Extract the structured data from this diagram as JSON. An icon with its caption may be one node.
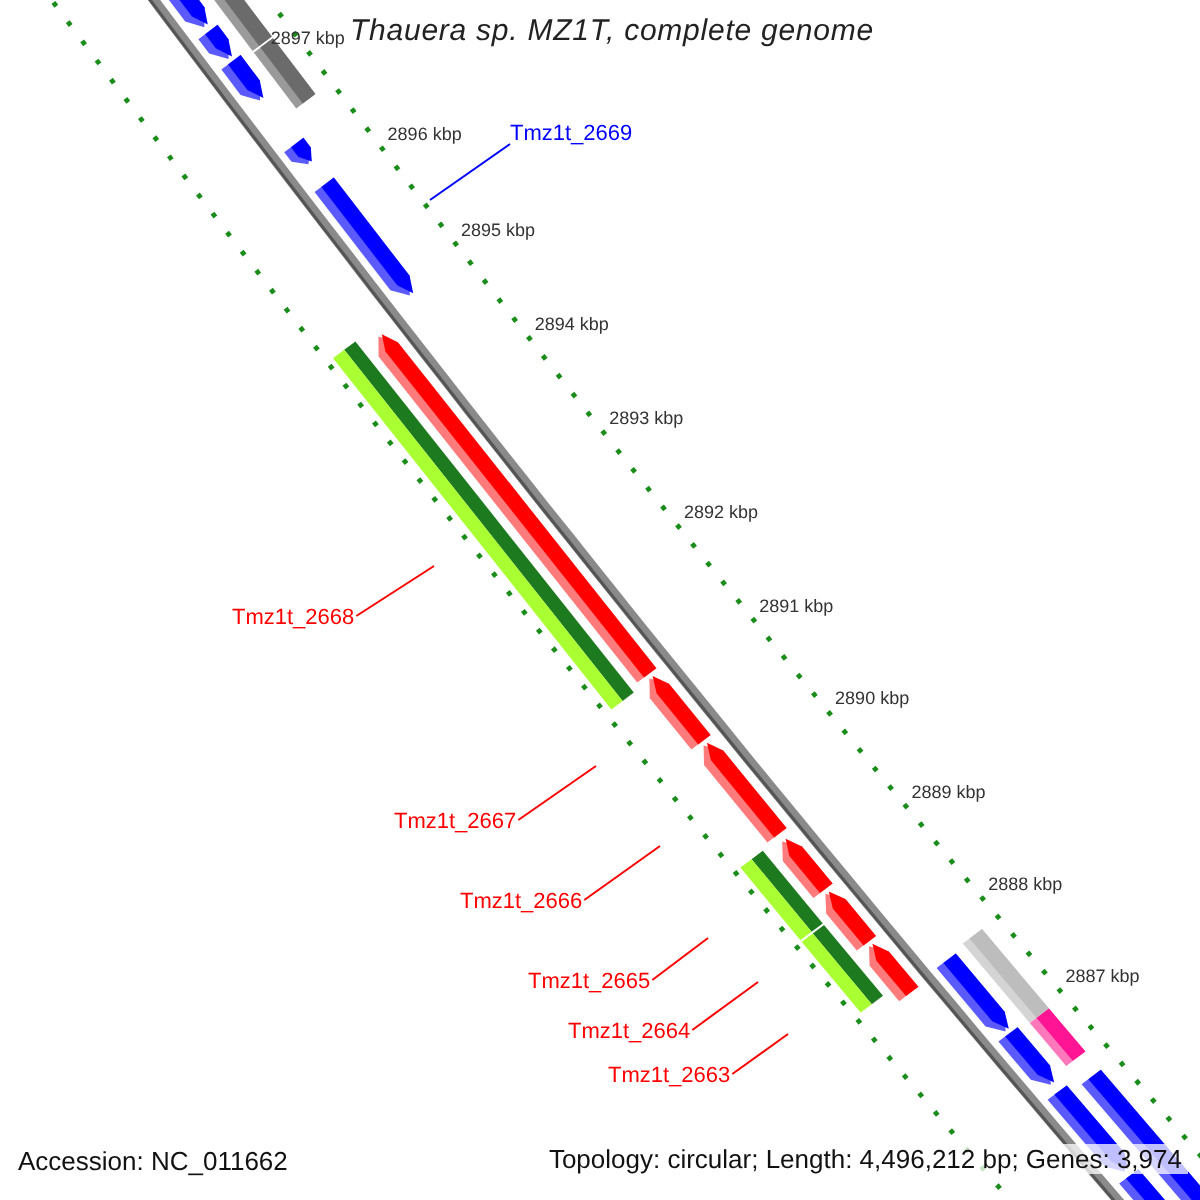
{
  "diagram": {
    "title": "Thauera sp. MZ1T, complete genome",
    "nodes": [
      {
        "text": [
          "Tmz1t_2669"
        ]
      },
      {
        "text": [
          "Tmz1t_2668"
        ]
      },
      {
        "text": [
          "Tmz1t_2667"
        ]
      },
      {
        "text": [
          "Tmz1t_2666"
        ]
      },
      {
        "text": [
          "Tmz1t_2665"
        ]
      },
      {
        "text": [
          "Tmz1t_2664"
        ]
      },
      {
        "text": [
          "Tmz1t_2663"
        ]
      }
    ],
    "edges": [
      {
        "from": 0,
        "to": null,
        "arrow": "none",
        "color": "#0000ff"
      },
      {
        "from": 1,
        "to": null,
        "arrow": "none"
      },
      {
        "from": 2,
        "to": null,
        "arrow": "none"
      },
      {
        "from": 3,
        "to": null,
        "arrow": "none"
      },
      {
        "from": 4,
        "to": null,
        "arrow": "none"
      },
      {
        "from": 5,
        "to": null,
        "arrow": "none"
      },
      {
        "from": 6,
        "to": null,
        "arrow": "none"
      }
    ],
    "labels": [
      "2897 kbp",
      "2896 kbp",
      "2895 kbp",
      "2894 kbp",
      "2893 kbp",
      "2892 kbp",
      "2891 kbp",
      "2890 kbp",
      "2889 kbp",
      "2888 kbp",
      "2887 kbp",
      "Accession: NC_011662",
      "Topology: circular; Length: 4,496,212 bp; Genes: 3,974"
    ]
  }
}
